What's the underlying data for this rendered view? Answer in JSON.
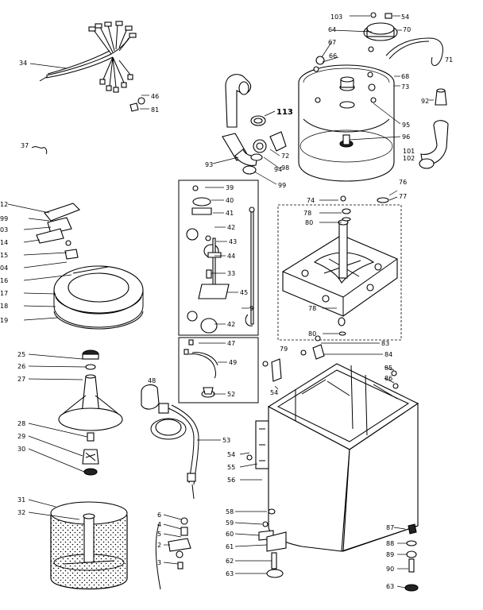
{
  "callouts": {
    "c103": "103",
    "c54a": "54",
    "c70": "70",
    "c64": "64",
    "c67": "67",
    "c71": "71",
    "c66": "66",
    "c68": "68",
    "c73": "73",
    "c92": "92",
    "c34": "34",
    "c46": "46",
    "c81": "81",
    "c113": "113",
    "c95": "95",
    "c96": "96",
    "c101": "101",
    "c102": "102",
    "c72": "72",
    "c98": "98",
    "c37": "37",
    "c93": "93",
    "c99a": "99",
    "c94": "94",
    "c39": "39",
    "c40": "40",
    "c41": "41",
    "c42a": "42",
    "c43": "43",
    "c44": "44",
    "c33": "33",
    "c45": "45",
    "c9": "9",
    "c42b": "42",
    "c47": "47",
    "c49": "49",
    "c52": "52",
    "c74": "74",
    "c76": "76",
    "c77": "77",
    "c78a": "78",
    "c80a": "80",
    "c78b": "78",
    "c80b": "80",
    "c83": "83",
    "c79": "79",
    "c84": "84",
    "c85": "85",
    "c86": "86",
    "c54b": "54",
    "c12": "12",
    "c99b": "99",
    "c03": "03",
    "c14": "14",
    "c15": "15",
    "c04": "04",
    "c16": "16",
    "c17": "17",
    "c18": "18",
    "c19": "19",
    "c25": "25",
    "c26": "26",
    "c27": "27",
    "c28": "28",
    "c29": "29",
    "c30": "30",
    "c31": "31",
    "c32": "32",
    "c48": "48",
    "c53": "53",
    "c54c": "54",
    "c55": "55",
    "c56": "56",
    "c6": "6",
    "c4": "4",
    "c5": "5",
    "c2": "2",
    "c3": "3",
    "c58": "58",
    "c59": "59",
    "c60": "60",
    "c61": "61",
    "c62": "62",
    "c63a": "63",
    "c87": "87",
    "c88": "88",
    "c89": "89",
    "c90": "90",
    "c63b": "63"
  }
}
